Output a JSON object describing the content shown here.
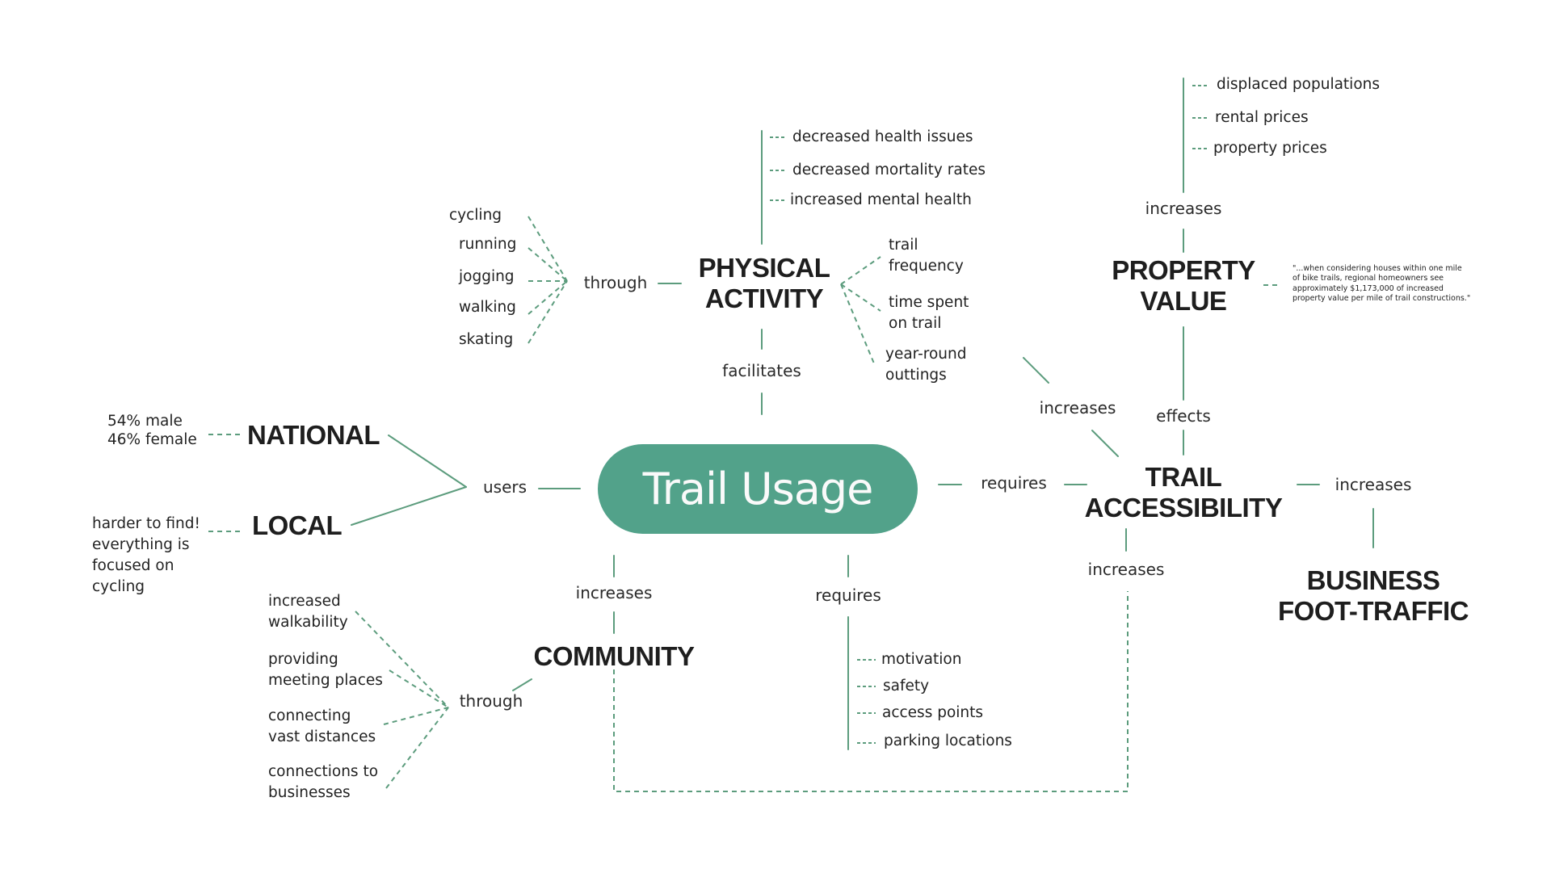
{
  "colors": {
    "accent": "#52a28a",
    "line": "#5c9c7d",
    "text": "#1e1e1e"
  },
  "hub": {
    "label": "Trail Usage"
  },
  "nodes": {
    "physical_activity": "PHYSICAL\nACTIVITY",
    "property_value": "PROPERTY\nVALUE",
    "national": "NATIONAL",
    "local": "LOCAL",
    "trail_accessibility": "TRAIL\nACCESSIBILITY",
    "business_foot_traffic": "BUSINESS\nFOOT-TRAFFIC",
    "community": "COMMUNITY"
  },
  "connectors": {
    "pa_through": "through",
    "facilitates": "facilitates",
    "pv_increases": "increases",
    "ta_increases_from_pa": "increases",
    "effects": "effects",
    "users": "users",
    "requires_ta": "requires",
    "ta_increases_business": "increases",
    "ta_increases_down": "increases",
    "community_increases": "increases",
    "requires_down": "requires",
    "community_through": "through"
  },
  "activities": [
    "cycling",
    "running",
    "jogging",
    "walking",
    "skating"
  ],
  "health_outcomes": [
    "decreased health issues",
    "decreased mortality rates",
    "increased mental health"
  ],
  "pa_measures": [
    "trail\nfrequency",
    "time spent\non trail",
    "year-round\nouttings"
  ],
  "property_effects": [
    "displaced populations",
    "rental prices",
    "property prices"
  ],
  "property_quote": "\"...when considering houses within one mile\nof bike trails, regional homeowners see\napproximately $1,173,000 of increased\nproperty value per mile of trail constructions.\"",
  "national_note": "54% male\n46% female",
  "local_note": "harder to find!\neverything is\nfocused on\ncycling",
  "requirements": [
    "motivation",
    "safety",
    "access points",
    "parking locations"
  ],
  "community_means": [
    "increased\nwalkability",
    "providing\nmeeting places",
    "connecting\nvast distances",
    "connections to\nbusinesses"
  ]
}
